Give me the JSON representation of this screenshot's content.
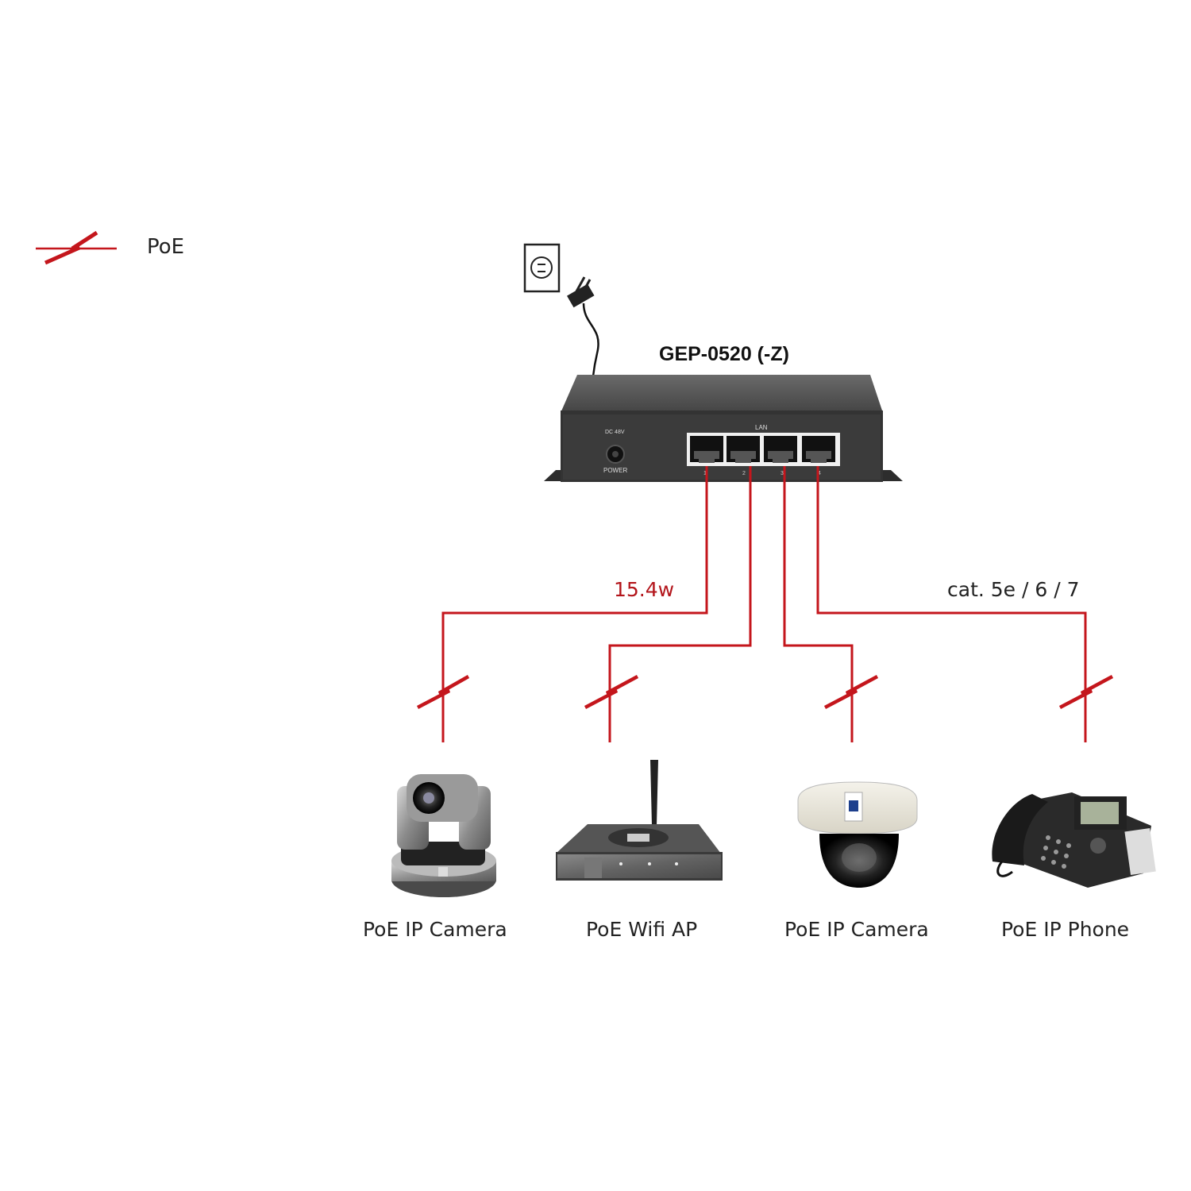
{
  "legend": {
    "label": "PoE",
    "icon": "poe-lightning-icon",
    "color": "#c4161c"
  },
  "switch": {
    "model": "GEP-0520 (-Z)",
    "power_label": "POWER",
    "dc_label": "DC 48V",
    "lan_label": "LAN",
    "port_numbers": [
      "1",
      "2",
      "3",
      "4"
    ]
  },
  "annotations": {
    "wattage": "15.4w",
    "cable": "cat. 5e / 6 / 7"
  },
  "devices": [
    {
      "label": "PoE IP Camera",
      "icon": "ptz-camera-icon"
    },
    {
      "label": "PoE Wifi AP",
      "icon": "wifi-ap-icon"
    },
    {
      "label": "PoE IP Camera",
      "icon": "dome-camera-icon"
    },
    {
      "label": "PoE IP Phone",
      "icon": "ip-phone-icon"
    }
  ],
  "colors": {
    "poe_line": "#c4161c",
    "switch_body": "#3a3a3a"
  }
}
